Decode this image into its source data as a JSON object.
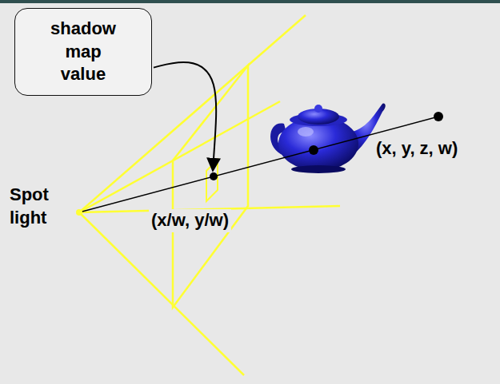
{
  "diagram": {
    "nodes": [
      {
        "text": [
          "shadow map value"
        ]
      }
    ],
    "labels": [
      "Spot light",
      "(x/w, y/w)",
      "(x, y, z, w)"
    ]
  }
}
